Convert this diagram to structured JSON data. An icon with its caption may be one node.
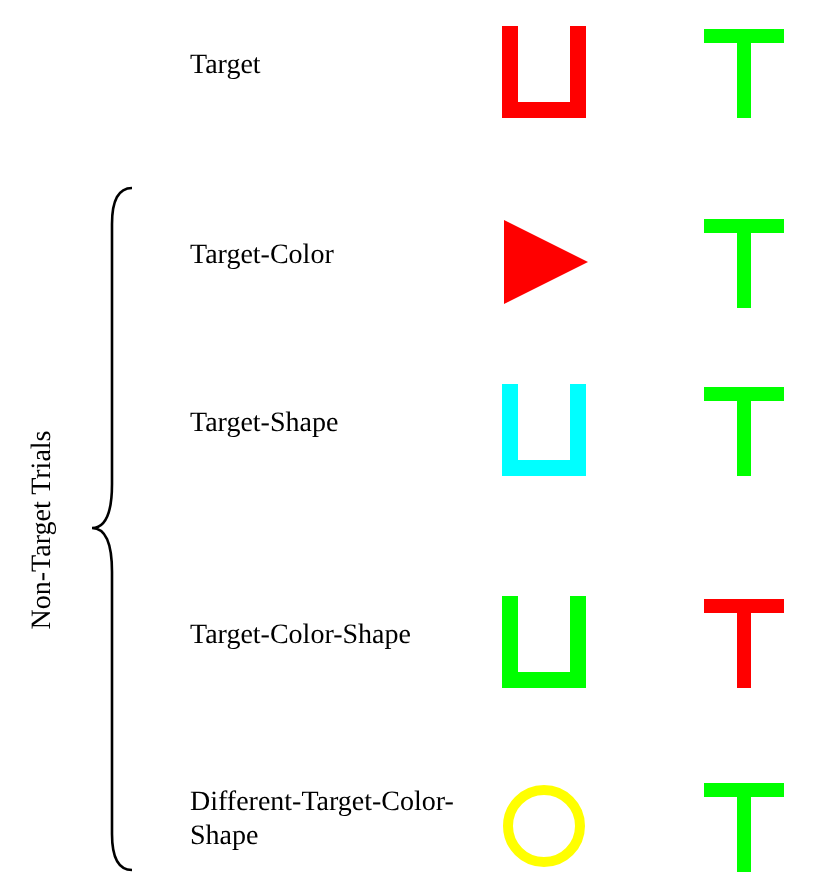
{
  "diagram": {
    "labels": [
      "Target",
      "Target-Color",
      "Target-Shape",
      "Target-Color-Shape",
      "Different-Target-Color-Shape",
      "Non-Target Trials"
    ]
  }
}
